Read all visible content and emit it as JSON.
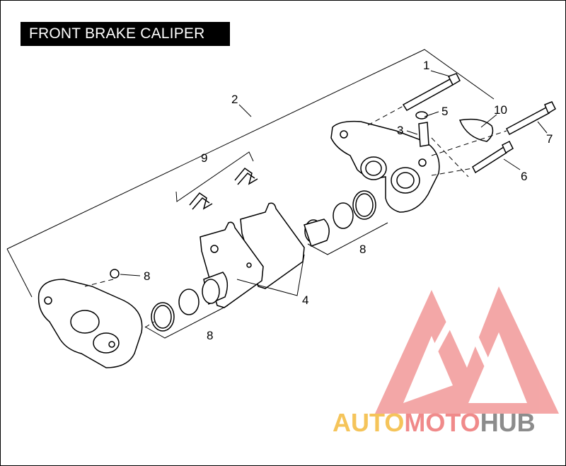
{
  "title": "FRONT BRAKE CALIPER",
  "callouts": {
    "c1": "1",
    "c2": "2",
    "c3": "3",
    "c4": "4",
    "c5": "5",
    "c6": "6",
    "c7": "7",
    "c8a": "8",
    "c8b": "8",
    "c8c": "8",
    "c9": "9",
    "c10": "10"
  },
  "watermark": {
    "part1": "AUTO",
    "part2": "MOTO",
    "part3": "HUB",
    "colors": {
      "auto": "#f5c45a",
      "moto": "#f08a8a",
      "hub": "#8c8c8c",
      "logo": "#f08a8a"
    }
  }
}
